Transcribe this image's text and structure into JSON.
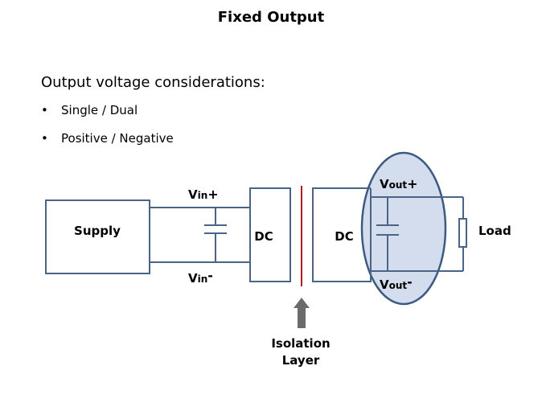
{
  "title": "Fixed Output",
  "heading": "Output voltage considerations:",
  "bullets": [
    {
      "label": "Single / Dual"
    },
    {
      "label": "Positive / Negative"
    }
  ],
  "diagram": {
    "supply_label": "Supply",
    "dc_input_label": "DC",
    "dc_output_label": "DC",
    "load_label": "Load",
    "vin_plus": {
      "main": "V",
      "sub": "in",
      "sign": "+"
    },
    "vin_minus": {
      "main": "V",
      "sub": "in",
      "sign": "-"
    },
    "vout_plus": {
      "main": "V",
      "sub": "out",
      "sign": "+"
    },
    "vout_minus": {
      "main": "V",
      "sub": "out",
      "sign": "-"
    },
    "isolation_label_line1": "Isolation",
    "isolation_label_line2": "Layer",
    "colors": {
      "line": "#4a6485",
      "isolation": "#b01e23",
      "highlight_fill": "#d3ddee",
      "highlight_stroke": "#3d5a80",
      "arrow": "#6b6b6b"
    }
  }
}
